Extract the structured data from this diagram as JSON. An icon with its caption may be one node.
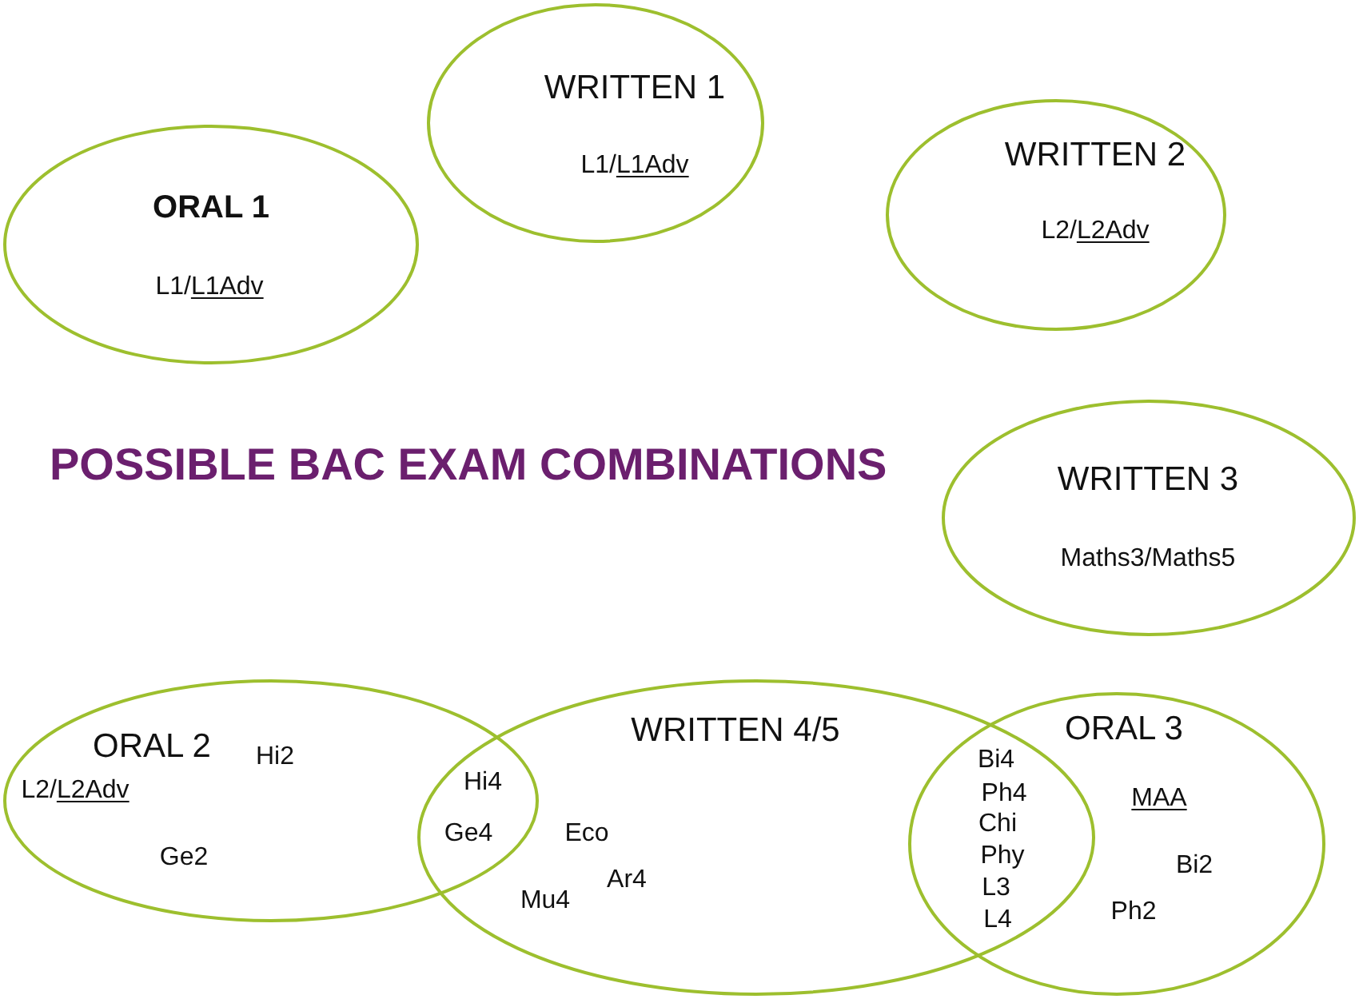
{
  "diagram": {
    "title": "POSSIBLE BAC EXAM COMBINATIONS",
    "nodes": [
      {
        "text": [
          "ORAL 1",
          "L1/L1Adv"
        ]
      },
      {
        "text": [
          "WRITTEN 1",
          "L1/L1Adv"
        ]
      },
      {
        "text": [
          "WRITTEN 2",
          "L2/L2Adv"
        ]
      },
      {
        "text": [
          "WRITTEN 3",
          "Maths3/Maths5"
        ]
      },
      {
        "text": [
          "ORAL 2",
          "Hi2",
          "L2/L2Adv",
          "Ge2"
        ]
      },
      {
        "text": [
          "WRITTEN 4/5",
          "Eco",
          "Ar4",
          "Mu4"
        ]
      },
      {
        "text": [
          "ORAL 3",
          "MAA",
          "Bi2",
          "Ph2"
        ]
      }
    ],
    "labels": [
      "Hi4",
      "Ge4",
      "Bi4",
      "Ph4",
      "Chi",
      "Phy",
      "L3",
      "L4"
    ]
  }
}
